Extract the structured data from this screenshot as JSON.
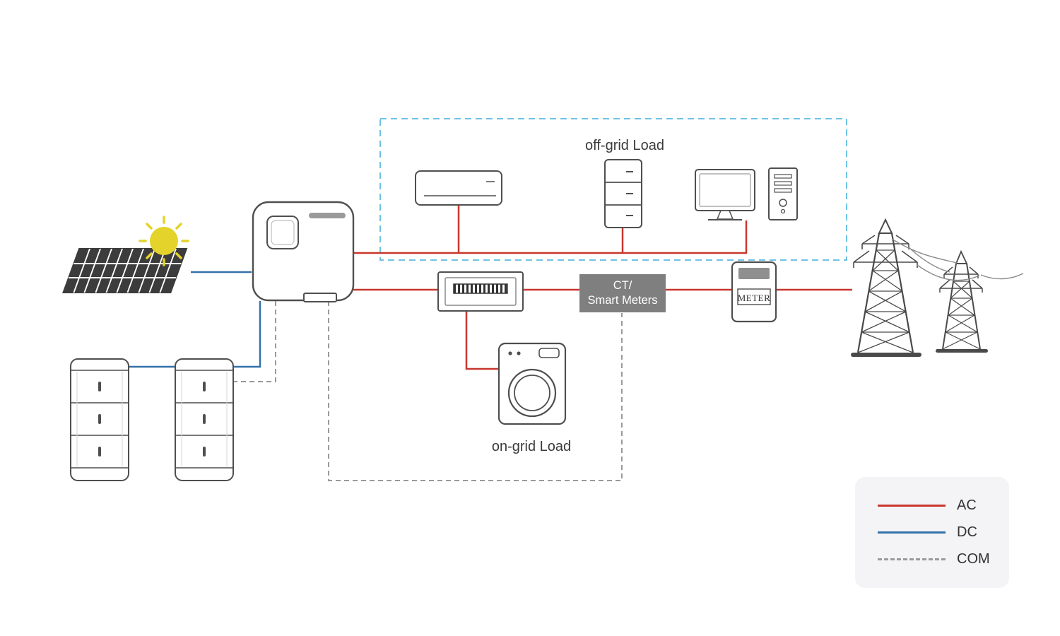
{
  "labels": {
    "off_grid_load": "off-grid Load",
    "on_grid_load": "on-grid Load",
    "ct_box_line1": "CT/",
    "ct_box_line2": "Smart Meters",
    "meter": "METER"
  },
  "legend": {
    "items": [
      {
        "label": "AC",
        "color": "#c8372d",
        "style": "solid"
      },
      {
        "label": "DC",
        "color": "#3471a9",
        "style": "solid"
      },
      {
        "label": "COM",
        "color": "#9a9a9a",
        "style": "dashed"
      }
    ]
  },
  "colors": {
    "ac_line": "#c8372d",
    "dc_line": "#3471a9",
    "com_line": "#9a9a9a",
    "offgrid_box_border": "#6fc2e5",
    "device_outline": "#4f4f4f",
    "ct_box_fill": "#7f7f7f",
    "sun": "#e3d32a",
    "panel_cell": "#3c3c3c"
  }
}
